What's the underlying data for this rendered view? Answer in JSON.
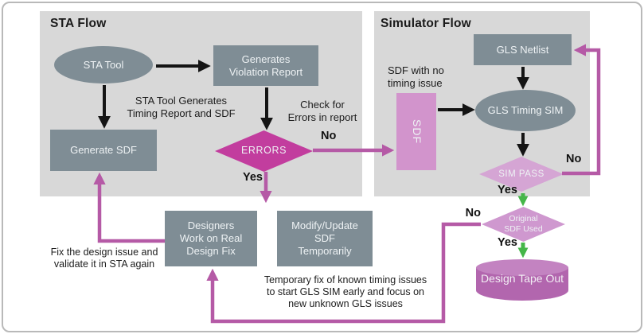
{
  "colors": {
    "panel_bg": "#d8d8d8",
    "node_gray": "#7f8d95",
    "magenta": "#c23d9e",
    "line_magenta": "#b55aa6",
    "pink_sdf": "#d294cc",
    "pink_light": "#d5a5d4",
    "pink_light2": "#cf98cf",
    "cylinder_body": "#b266ae",
    "cylinder_top": "#c383c1",
    "green": "#45b649",
    "arrow_black": "#141414"
  },
  "sta_panel": {
    "title": "STA Flow",
    "nodes": {
      "sta_tool": "STA Tool",
      "violation_report": "Generates\nViolation Report",
      "generate_sdf": "Generate SDF",
      "errors": "ERRORS",
      "designers": "Designers\nWork on Real\nDesign Fix",
      "modify_sdf": "Modify/Update\nSDF\nTemporarily"
    },
    "labels": {
      "sta_generates": "STA Tool Generates\nTiming Report and SDF",
      "check_errors": "Check for\nErrors in report",
      "no": "No",
      "yes": "Yes"
    }
  },
  "sim_panel": {
    "title": "Simulator Flow",
    "nodes": {
      "sdf": "SDF",
      "gls_netlist": "GLS Netlist",
      "gls_timing_sim": "GLS Timing SIM",
      "sim_pass": "SIM PASS"
    },
    "labels": {
      "sdf_note": "SDF with no\ntiming issue",
      "no": "No",
      "yes": "Yes"
    }
  },
  "tapeout": {
    "original_sdf": "Original\nSDF Used",
    "design_tape_out": "Design Tape Out",
    "no": "No",
    "yes": "Yes"
  },
  "notes": {
    "fix_design": "Fix the design issue and\nvalidate it in STA again",
    "temporary_fix": "Temporary fix of known timing issues\nto start GLS SIM early and focus on\nnew unknown GLS issues"
  }
}
